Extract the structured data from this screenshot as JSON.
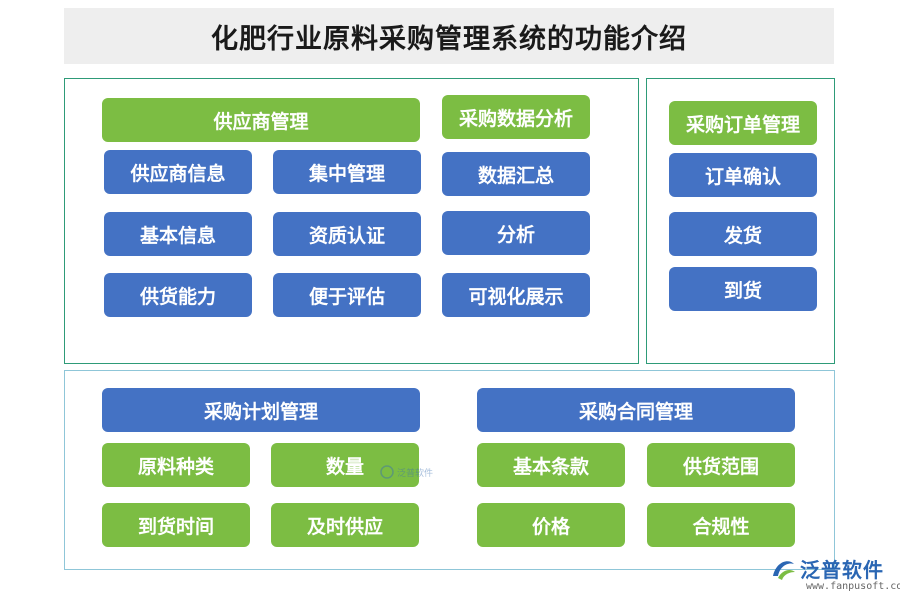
{
  "title": "化肥行业原料采购管理系统的功能介绍",
  "supplier": {
    "header": "供应商管理",
    "items": [
      "供应商信息",
      "集中管理",
      "基本信息",
      "资质认证",
      "供货能力",
      "便于评估"
    ]
  },
  "analysis": {
    "header": "采购数据分析",
    "items": [
      "数据汇总",
      "分析",
      "可视化展示"
    ]
  },
  "order": {
    "header": "采购订单管理",
    "items": [
      "订单确认",
      "发货",
      "到货"
    ]
  },
  "plan": {
    "header": "采购计划管理",
    "items": [
      "原料种类",
      "数量",
      "到货时间",
      "及时供应"
    ]
  },
  "contract": {
    "header": "采购合同管理",
    "items": [
      "基本条款",
      "供货范围",
      "价格",
      "合规性"
    ]
  },
  "watermark": {
    "center_text": "泛普软件"
  },
  "logo": {
    "brand": "泛普软件",
    "url": "www.fanpusoft.com"
  },
  "colors": {
    "green": "#7cbd43",
    "blue": "#4472c4",
    "panel_border": "#2e9b78",
    "panel_border_bottom": "#8fc6d8"
  }
}
